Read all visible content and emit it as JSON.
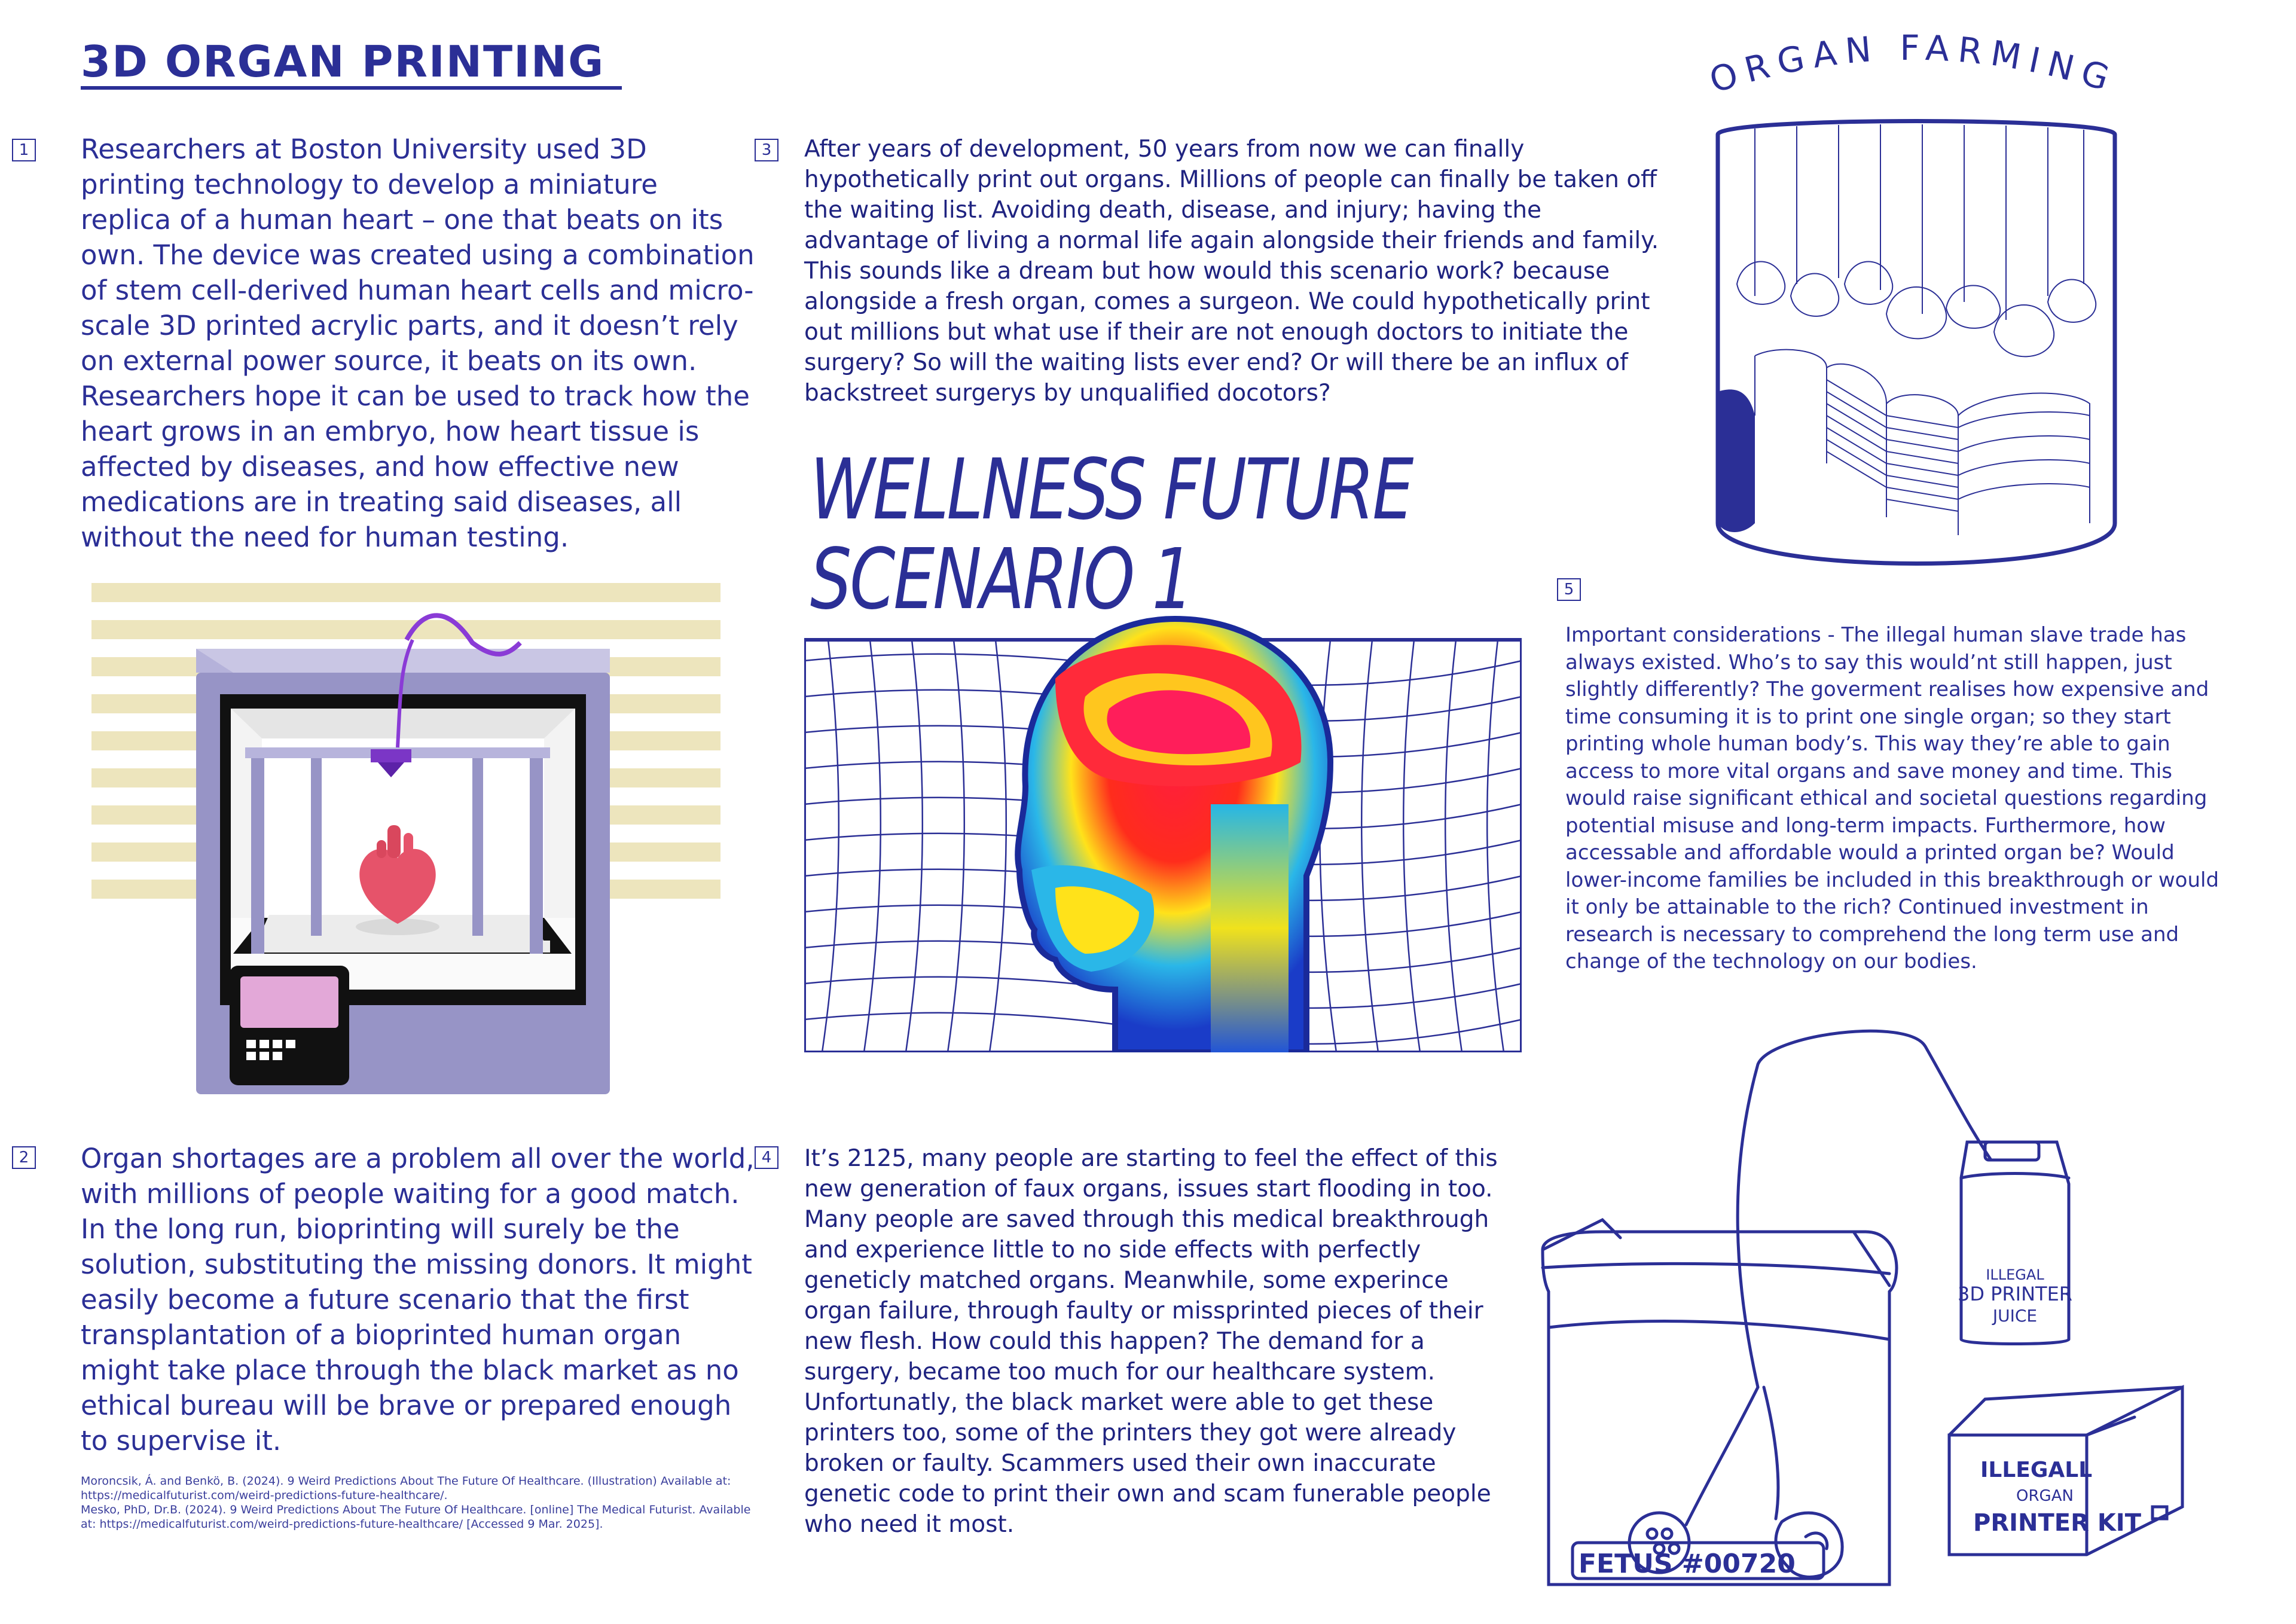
{
  "header": {
    "title": "3D ORGAN PRINTING"
  },
  "section1": {
    "number": "1",
    "text": "Researchers at Boston University used 3D printing technology to develop a miniature replica of a human heart – one that beats on its own. The device was created using a combination of stem cell-derived human heart cells and micro-scale 3D printed acrylic parts, and it doesn’t rely on external power source, it beats on its own. Researchers hope it can be used to track how the heart grows in an embryo, how heart tissue is affected by diseases, and how effective new medications are in treating said diseases, all without the need for human testing."
  },
  "section2": {
    "number": "2",
    "text": "Organ shortages are a problem all over the world, with millions of people waiting for a good match. In the long run, bioprinting will surely be the solution, substituting the missing donors. It might easily become a future scenario that the first transplantation of a bioprinted human organ might take place through the black market as no ethical bureau will be brave or prepared enough to supervise it."
  },
  "references": [
    "Moroncsik, Á. and Benkö, B. (2024). 9 Weird Predictions About The Future Of Healthcare. (Illustration) Available at: https://medicalfuturist.com/weird-predictions-future-healthcare/.",
    "Mesko, PhD, Dr.B. (2024). 9 Weird Predictions About The Future Of Healthcare. [online] The Medical Futurist. Available at: https://medicalfuturist.com/weird-predictions-future-healthcare/ [Accessed 9 Mar. 2025]."
  ],
  "section3": {
    "number": "3",
    "text": "After years of development, 50 years from now we can finally hypothetically print out organs. Millions of people can finally be taken off the waiting list. Avoiding death, disease, and injury; having the advantage of living a normal life again alongside their friends and family. This sounds like a dream but how would this scenario work? because alongside a fresh organ, comes a surgeon. We could hypothetically print out millions but what use if their are not enough doctors to initiate the surgery? So will the waiting lists ever end? Or will there be an influx of backstreet surgerys by unqualified docotors?"
  },
  "scenario": {
    "line1": "WELLNESS FUTURE",
    "line2": "SCENARIO 1"
  },
  "section4": {
    "number": "4",
    "text": "It’s 2125, many people are starting to feel the effect of this new generation of faux organs, issues start flooding in too. Many people are saved through this medical breakthrough and experience little to no side effects with perfectly geneticly matched organs. Meanwhile, some experince organ failure, through faulty or missprinted pieces of their new flesh. How could this happen? The demand for a surgery, became too much for our healthcare system. Unfortunatly, the black market were able to get these printers too, some of the printers they got were already broken or faulty. Scammers used their own inaccurate genetic code to print their own and scam funerable people who need it most."
  },
  "organ_farming": {
    "title": "ORGAN FARMING"
  },
  "section5": {
    "number": "5",
    "text": "Important considerations - The illegal human slave trade has always existed. Who’s to say this would’nt still happen, just slightly differently? The goverment realises how expensive and time consuming it is to print one single organ; so they start printing whole human body’s. This way they’re able to gain access to more vital organs and save money and time. This would raise significant ethical and societal questions regarding potential misuse and long-term impacts. Furthermore, how accessable and affordable would a printed organ be? Would lower-income families be included in this breakthrough or would it only be attainable to the rich? Continued investment in research is necessary to comprehend the long term use and change of the technology on our bodies."
  },
  "sketch": {
    "bag_label": "FETUS #00720",
    "juice_line1": "ILLEGAL",
    "juice_line2": "3D PRINTER",
    "juice_line3": "JUICE",
    "kit_line1": "ILLEGALL",
    "kit_line2": "ORGAN",
    "kit_line3": "PRINTER KIT"
  },
  "colors": {
    "ink": "#2b2f96",
    "printer_frame": "#9794c6",
    "stripes": "#ede5bd",
    "heart": "#e6536a",
    "screen": "#e3a8d8"
  }
}
